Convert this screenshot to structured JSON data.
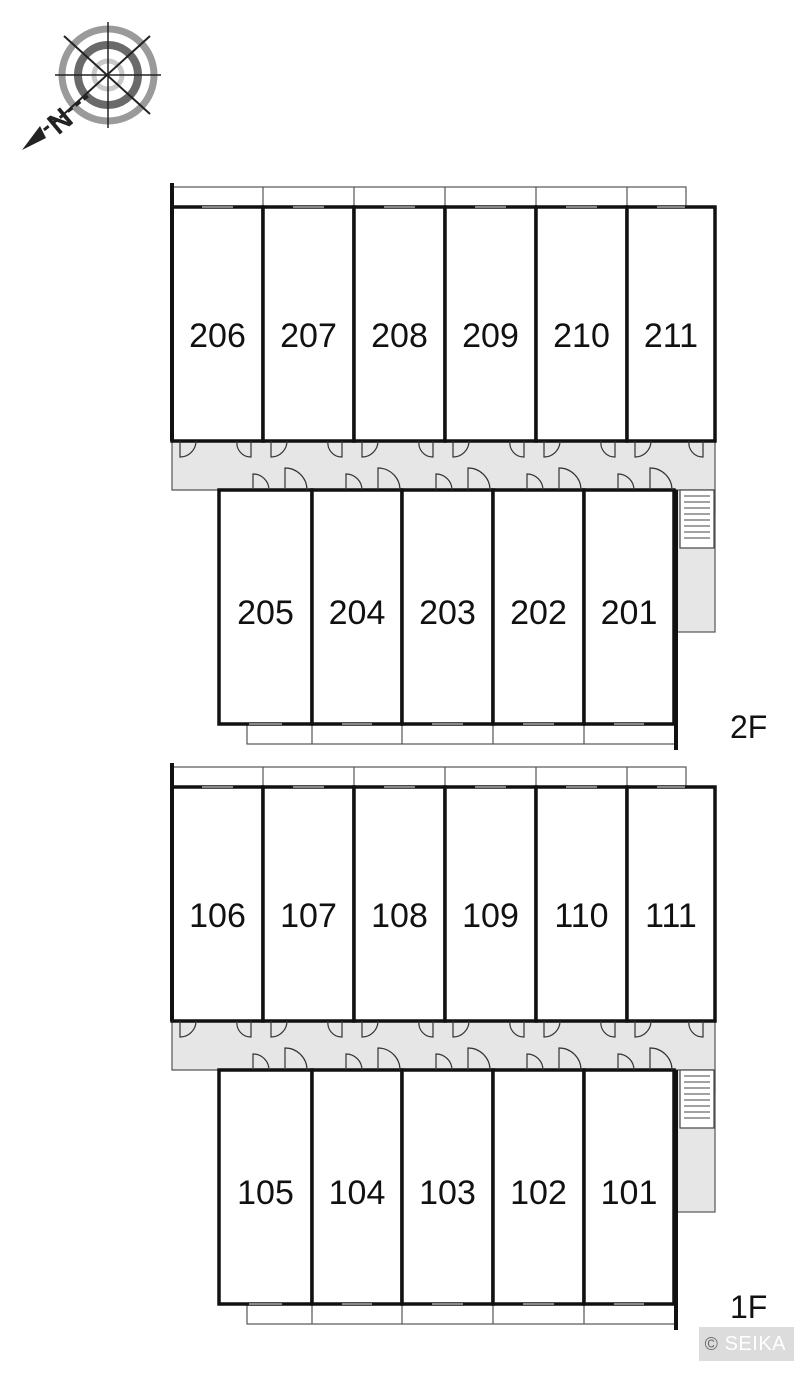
{
  "floors": [
    {
      "label": "2F",
      "back_row": [
        "206",
        "207",
        "208",
        "209",
        "210",
        "211"
      ],
      "front_row": [
        "205",
        "204",
        "203",
        "202",
        "201"
      ]
    },
    {
      "label": "1F",
      "back_row": [
        "106",
        "107",
        "108",
        "109",
        "110",
        "111"
      ],
      "front_row": [
        "105",
        "104",
        "103",
        "102",
        "101"
      ]
    }
  ],
  "compass": {
    "letter": "N",
    "icon": "compass-rose-icon"
  },
  "credit": {
    "symbol": "©",
    "text": "SEIKA"
  },
  "colors": {
    "wall": "#111111",
    "corridor": "#e6e6e6",
    "balcony": "#ffffff",
    "watermark_bg": "#dcdcdc"
  }
}
